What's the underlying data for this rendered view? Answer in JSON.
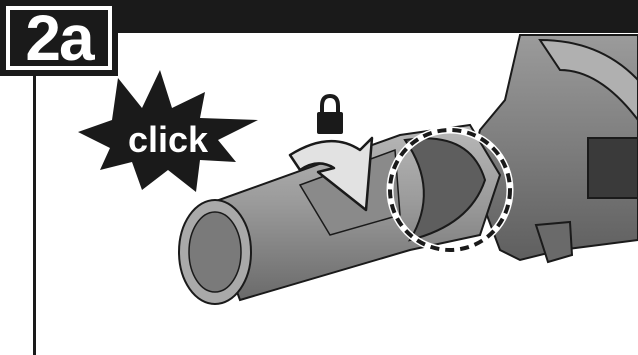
{
  "step": {
    "label": "2a"
  },
  "burst": {
    "label": "click"
  },
  "icons": {
    "lock": "lock-icon",
    "rotate_arrow": "rotate-arrow-icon",
    "highlight": "dashed-circle-highlight"
  },
  "colors": {
    "ink": "#1a1a1a",
    "tube": "#9a9a9a",
    "tube_dark": "#6e6e6e",
    "body": "#7c7c7c",
    "arrow": "#d9d9d9"
  }
}
